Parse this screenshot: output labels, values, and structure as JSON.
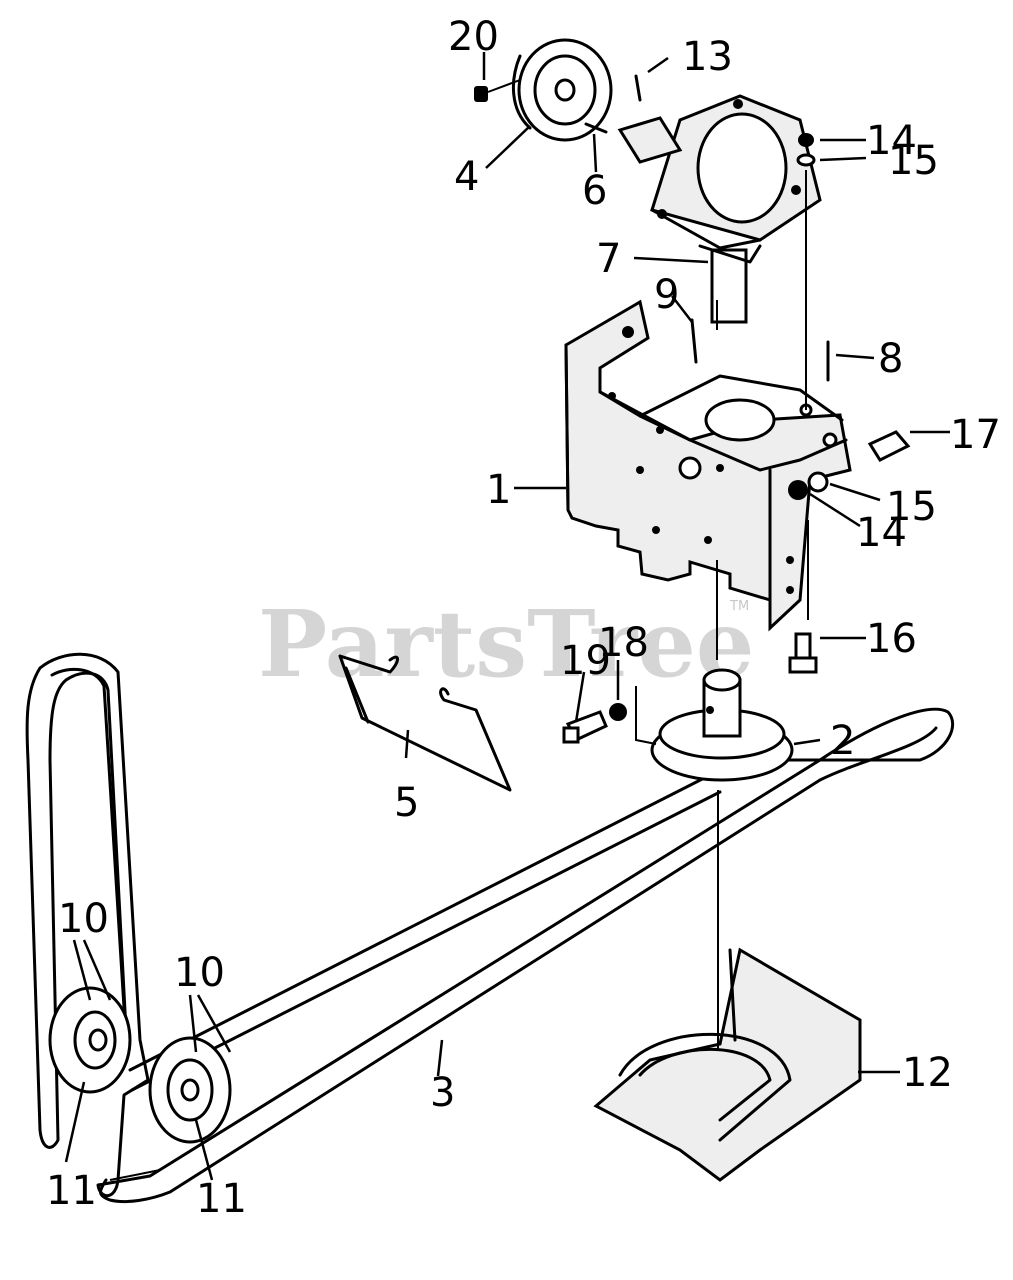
{
  "watermark": {
    "text": "PartsTree",
    "trademark": "TM"
  },
  "labels": [
    {
      "id": "20",
      "text": "20"
    },
    {
      "id": "13",
      "text": "13"
    },
    {
      "id": "14a",
      "text": "14"
    },
    {
      "id": "15a",
      "text": "15"
    },
    {
      "id": "4",
      "text": "4"
    },
    {
      "id": "6",
      "text": "6"
    },
    {
      "id": "7",
      "text": "7"
    },
    {
      "id": "9",
      "text": "9"
    },
    {
      "id": "8",
      "text": "8"
    },
    {
      "id": "17",
      "text": "17"
    },
    {
      "id": "1",
      "text": "1"
    },
    {
      "id": "15b",
      "text": "15"
    },
    {
      "id": "14b",
      "text": "14"
    },
    {
      "id": "16",
      "text": "16"
    },
    {
      "id": "19",
      "text": "19"
    },
    {
      "id": "18",
      "text": "18"
    },
    {
      "id": "2",
      "text": "2"
    },
    {
      "id": "5",
      "text": "5"
    },
    {
      "id": "10a",
      "text": "10"
    },
    {
      "id": "10b",
      "text": "10"
    },
    {
      "id": "3",
      "text": "3"
    },
    {
      "id": "12",
      "text": "12"
    },
    {
      "id": "11a",
      "text": "11"
    },
    {
      "id": "11b",
      "text": "11"
    }
  ]
}
